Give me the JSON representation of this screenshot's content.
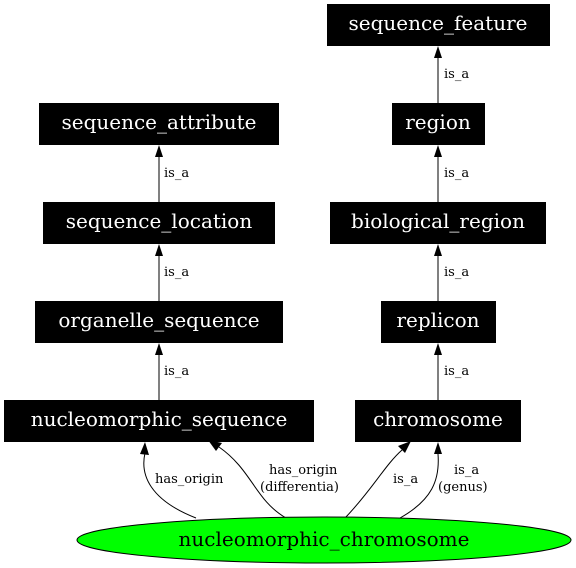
{
  "nodes": {
    "sequence_feature": "sequence_feature",
    "sequence_attribute": "sequence_attribute",
    "region": "region",
    "sequence_location": "sequence_location",
    "biological_region": "biological_region",
    "organelle_sequence": "organelle_sequence",
    "replicon": "replicon",
    "nucleomorphic_sequence": "nucleomorphic_sequence",
    "chromosome": "chromosome",
    "nucleomorphic_chromosome": "nucleomorphic_chromosome"
  },
  "edges": {
    "region_to_sequence_feature": "is_a",
    "sequence_location_to_sequence_attribute": "is_a",
    "biological_region_to_region": "is_a",
    "organelle_sequence_to_sequence_location": "is_a",
    "replicon_to_biological_region": "is_a",
    "nucleomorphic_sequence_to_organelle_sequence": "is_a",
    "chromosome_to_replicon": "is_a",
    "root_has_origin": "has_origin",
    "root_has_origin_differentia_1": "has_origin",
    "root_has_origin_differentia_2": "(differentia)",
    "root_is_a": "is_a",
    "root_is_a_genus_1": "is_a",
    "root_is_a_genus_2": "(genus)"
  },
  "colors": {
    "node_fill": "#000000",
    "node_text": "#ffffff",
    "root_fill": "#00ff00"
  }
}
